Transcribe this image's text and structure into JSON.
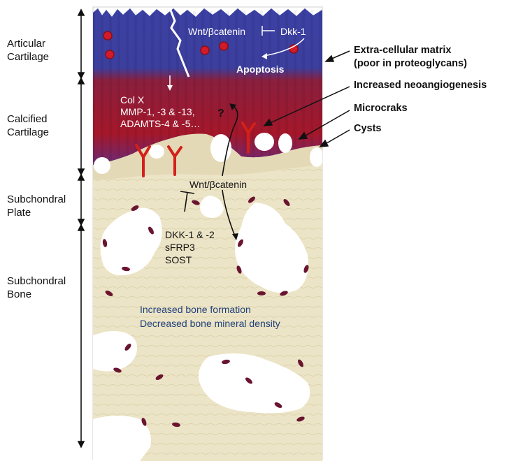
{
  "layers": {
    "articular_line1": "Articular",
    "articular_line2": "Cartilage",
    "calcified_line1": "Calcified",
    "calcified_line2": "Cartilage",
    "plate_line1": "Subchondral",
    "plate_line2": "Plate",
    "bone_line1": "Subchondral",
    "bone_line2": "Bone"
  },
  "callouts": {
    "ecm_line1": "Extra-cellular matrix",
    "ecm_line2": "(poor in proteoglycans)",
    "neoangiogenesis": "Increased neoangiogenesis",
    "microcraks": "Microcraks",
    "cysts": "Cysts"
  },
  "cartilage": {
    "wnt_top": "Wnt/βcatenin",
    "dkk1": "Dkk-1",
    "apoptosis": "Apoptosis",
    "col_x": "Col X",
    "mmp": "MMP-1, -3 & -13,",
    "adamts": "ADAMTS-4 & -5…",
    "question": "?"
  },
  "bone": {
    "wnt_mid": "Wnt/βcatenin",
    "dkk12": "DKK-1 & -2",
    "sfrp3": "sFRP3",
    "sost": "SOST",
    "formation": "Increased bone formation",
    "density": "Decreased bone mineral density"
  },
  "colors": {
    "articular_blue": "#3a3fa0",
    "calcified_red": "#a8182a",
    "bone_cream": "#ece4c6",
    "osteocyte": "#6a1530",
    "text_blue": "#1f3f7a"
  }
}
